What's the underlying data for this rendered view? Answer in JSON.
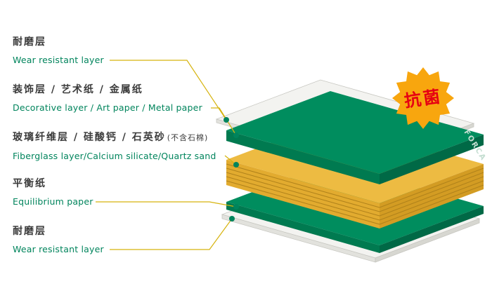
{
  "labels": [
    {
      "id": "wear-resistant-top",
      "zh": "耐磨层",
      "en": "Wear resistant layer"
    },
    {
      "id": "decorative",
      "zh": "装饰层 / 艺术纸 / 金属纸",
      "en": "Decorative layer / Art paper / Metal paper"
    },
    {
      "id": "fiberglass-core",
      "zh": "玻璃纤维层 / 硅酸钙 / 石英砂",
      "note": "(不含石棉)",
      "en": "Fiberglass layer/Calcium silicate/Quartz sand"
    },
    {
      "id": "equilibrium",
      "zh": "平衡纸",
      "en": "Equilibrium paper"
    },
    {
      "id": "wear-resistant-bottom",
      "zh": "耐磨层",
      "en": "Wear resistant layer"
    }
  ],
  "badge": {
    "text": "抗菌"
  },
  "brand": {
    "text": "FORCA"
  },
  "colors": {
    "label_zh": "#3b3b3b",
    "label_en": "#00845c",
    "leader": "#d6b30e",
    "dot": "#00845c",
    "green_top_face": "#008d5e",
    "green_left_face": "#007a50",
    "green_right_face": "#006946",
    "yellow_top_face": "#edbb42",
    "yellow_left_face": "#e2ab2f",
    "yellow_right_face": "#d39c23",
    "yellow_line": "#b0821b",
    "white_top_face": "#f3f3f0",
    "white_left_face": "#e2e2dd",
    "white_right_face": "#d7d7d1",
    "badge_fill": "#f8a60e",
    "badge_text": "#e60012",
    "brand_text": "#c3ddd0"
  }
}
